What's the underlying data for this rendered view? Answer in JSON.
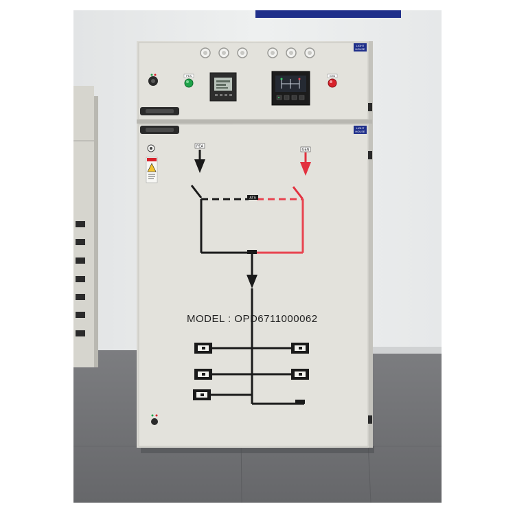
{
  "photo": {
    "model_label": "MODEL : OPD6711000062",
    "panel_labels": {
      "pea": "PEA",
      "gen": "GEN",
      "ats": "ATS"
    },
    "brand": {
      "line1": "LIGHT",
      "line2": "HOUSE"
    }
  },
  "colors": {
    "wall": "#ebedee",
    "floor": "#6f7073",
    "cabinet": "#e1e0da",
    "line_black": "#1a1a1a",
    "line_red": "#e8434f",
    "arrow_red": "#e2313f",
    "indicator_green": "#1fa34a",
    "indicator_red": "#d8222b",
    "brand_blue": "#1f2f8a"
  }
}
